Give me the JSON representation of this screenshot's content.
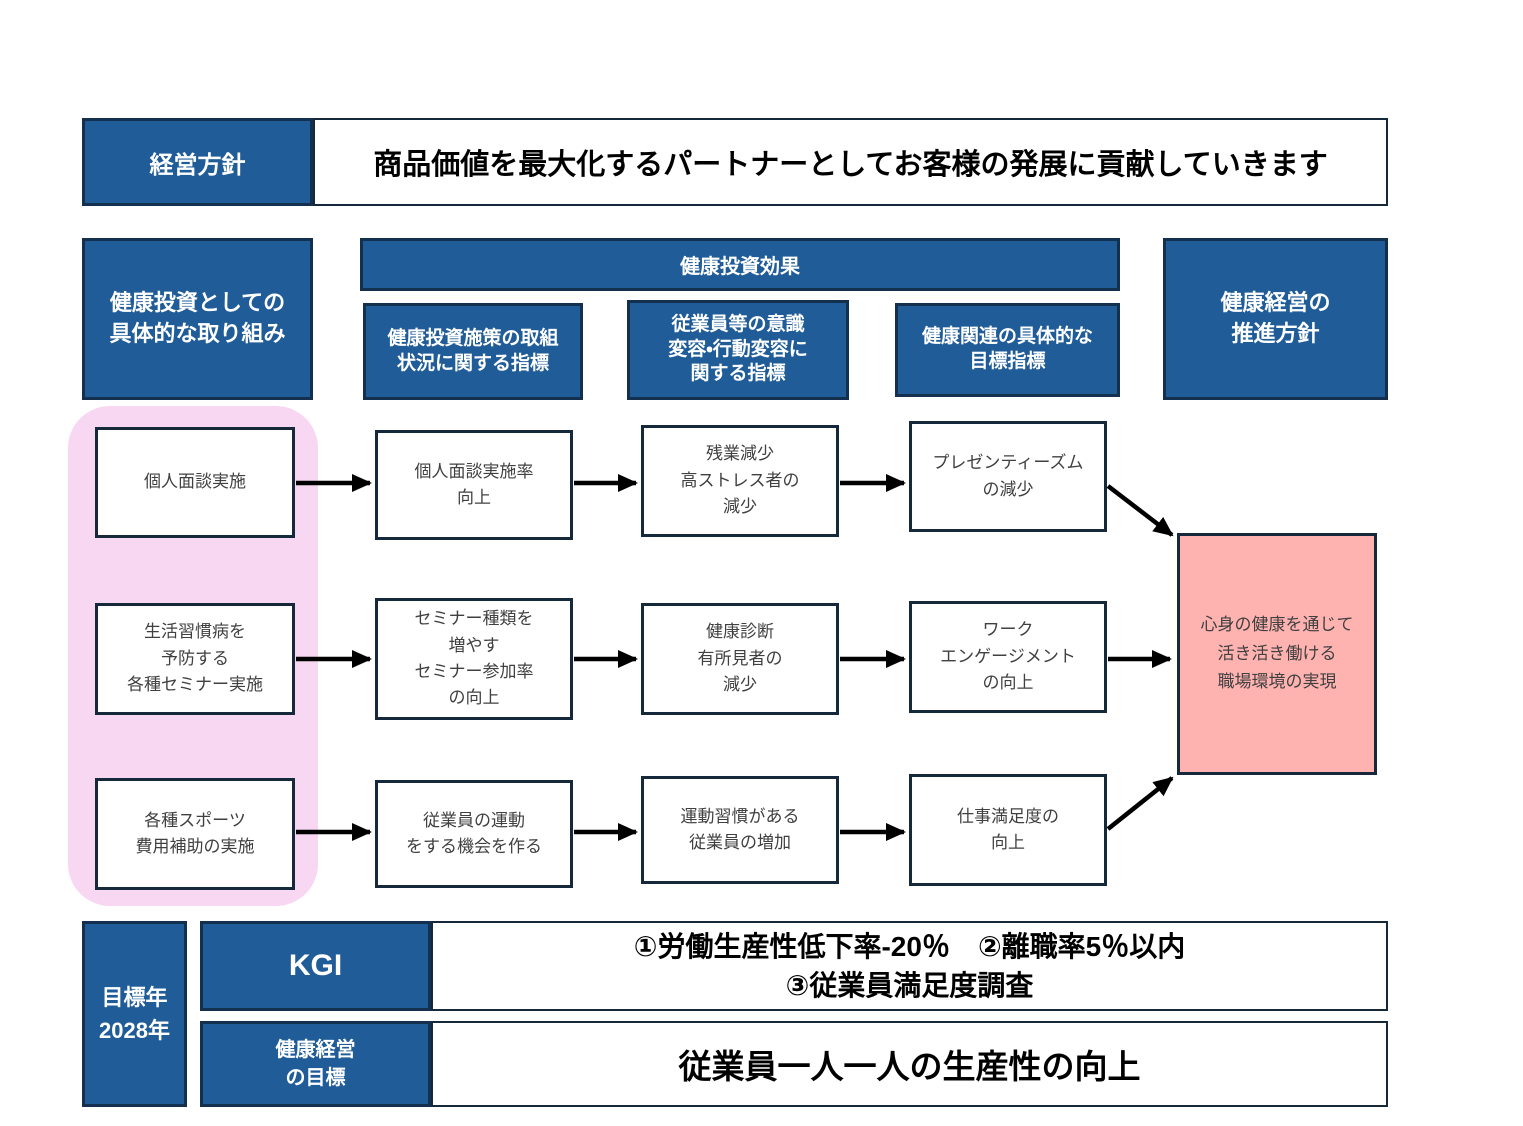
{
  "title_row": {
    "label": "経営方針",
    "message": "商品価値を最大化するパートナーとしてお客様の発展に貢献していきます"
  },
  "headers": {
    "initiatives": "健康投資としての\n具体的な取り組み",
    "investment_effect": "健康投資効果",
    "indicator_activity": "健康投資施策の取組\n状況に関する指標",
    "indicator_behavior": "従業員等の意識\n変容・行動変容に\n関する指標",
    "indicator_target": "健康関連の具体的な\n目標指標",
    "promotion_policy": "健康経営の\n推進方針"
  },
  "flows": [
    {
      "initiative": "個人面談実施",
      "activity_indicator": "個人面談実施率\n向上",
      "behavior_indicator": "残業減少\n高ストレス者の\n減少",
      "target_indicator": "プレゼンティーズム\nの減少"
    },
    {
      "initiative": "生活習慣病を\n予防する\n各種セミナー実施",
      "activity_indicator": "セミナー種類を\n増やす\nセミナー参加率\nの向上",
      "behavior_indicator": "健康診断\n有所見者の\n減少",
      "target_indicator": "ワーク\nエンゲージメント\nの向上"
    },
    {
      "initiative": "各種スポーツ\n費用補助の実施",
      "activity_indicator": "従業員の運動\nをする機会を作る",
      "behavior_indicator": "運動習慣がある\n従業員の増加",
      "target_indicator": "仕事満足度の\n向上"
    }
  ],
  "goal_statement": "心身の健康を通じて\n活き活き働ける\n職場環境の実現",
  "bottom": {
    "target_year": "目標年\n2028年",
    "kgi_label": "KGI",
    "kgi_items": "①労働生産性低下率-20％　②離職率5％以内\n③従業員満足度調査",
    "goal_label": "健康経営\nの目標",
    "goal_text": "従業員一人一人の生産性の向上"
  },
  "colors": {
    "header_blue": "#1F5C98",
    "box_border_navy": "#15293B",
    "highlight_pink": "#F8D7F3",
    "goal_pink": "#FFB3B1",
    "arrow_black": "#000000"
  }
}
